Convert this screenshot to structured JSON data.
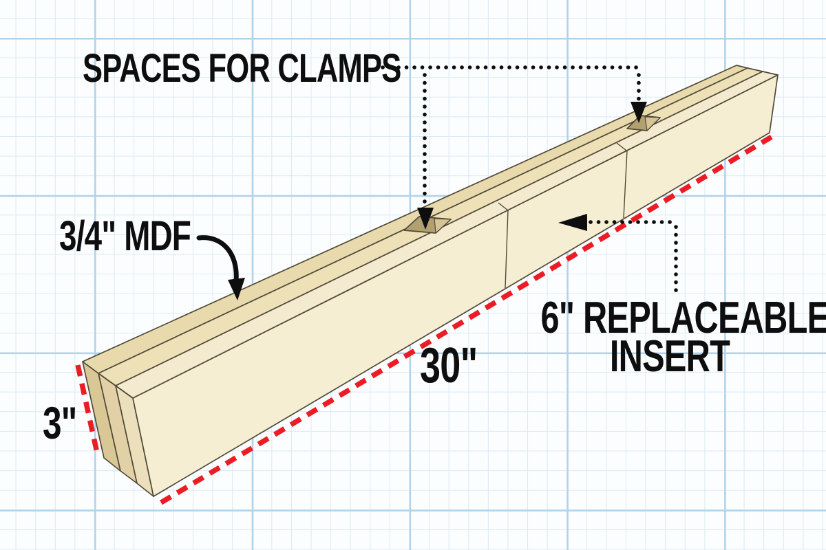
{
  "diagram": {
    "subject": "straightedge clamping jig made of laminated MDF boards on blueprint grid paper",
    "labels": {
      "clamps": "SPACES FOR CLAMPS",
      "mdf_thickness": "3/4\" MDF",
      "beam_length": "30\"",
      "insert_line1": "6\" REPLACEABLE",
      "insert_line2": "INSERT",
      "beam_height": "3\""
    },
    "dimension_values": {
      "board_thickness": "3/4\"",
      "length": "30\"",
      "height": "3\"",
      "insert_length": "6\""
    }
  },
  "colors": {
    "paper": "#fcfdfe",
    "grid_minor": "#d9eaf5",
    "grid_major": "#b0d3ea",
    "ink": "#0e0e0e",
    "wood_outline": "#4f4a38",
    "dimension_red": "#ec1c24",
    "beam_front_face": "#f6eed3",
    "beam_top_back_strip": "#e8daad",
    "beam_top_middle_strip": "#eee1b8",
    "beam_top_front_strip": "#f3ead0",
    "beam_end_strip_1": "#d9c795",
    "beam_end_strip_2": "#e2d1a6",
    "beam_end_strip_3": "#ecdfbc",
    "notch_shadow_wall": "#b3a071",
    "notch_lit_wall": "#d6c497"
  }
}
